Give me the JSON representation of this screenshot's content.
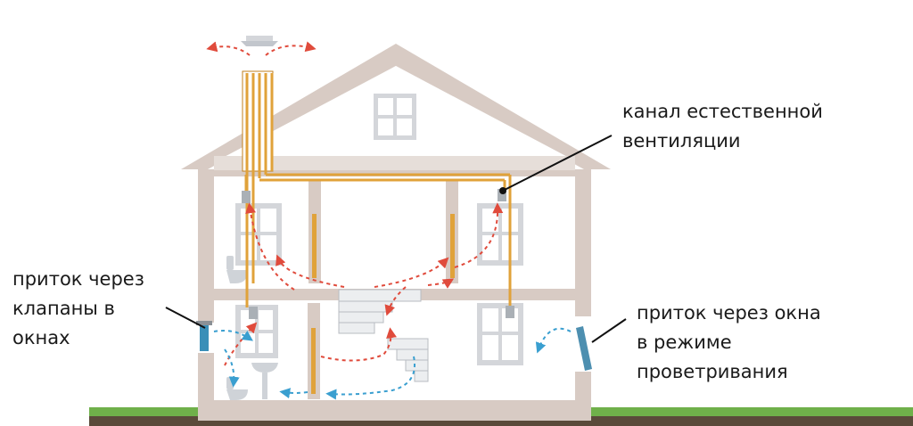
{
  "labels": {
    "natural_channel": [
      "канал естественной",
      "вентиляции"
    ],
    "inflow_valves": [
      "приток через",
      "клапаны в",
      "окнах"
    ],
    "inflow_windows": [
      "приток через окна",
      "в режиме",
      "проветривания"
    ]
  },
  "colors": {
    "wall": "#d8cbc4",
    "window": "#d4d6da",
    "duct": "#e0a23a",
    "duct_outline": "#c07f1d",
    "exhaust_arrow": "#e04b3c",
    "supply_arrow": "#3a9fd0",
    "grass": "#6fb04a",
    "pointer": "#111111"
  }
}
